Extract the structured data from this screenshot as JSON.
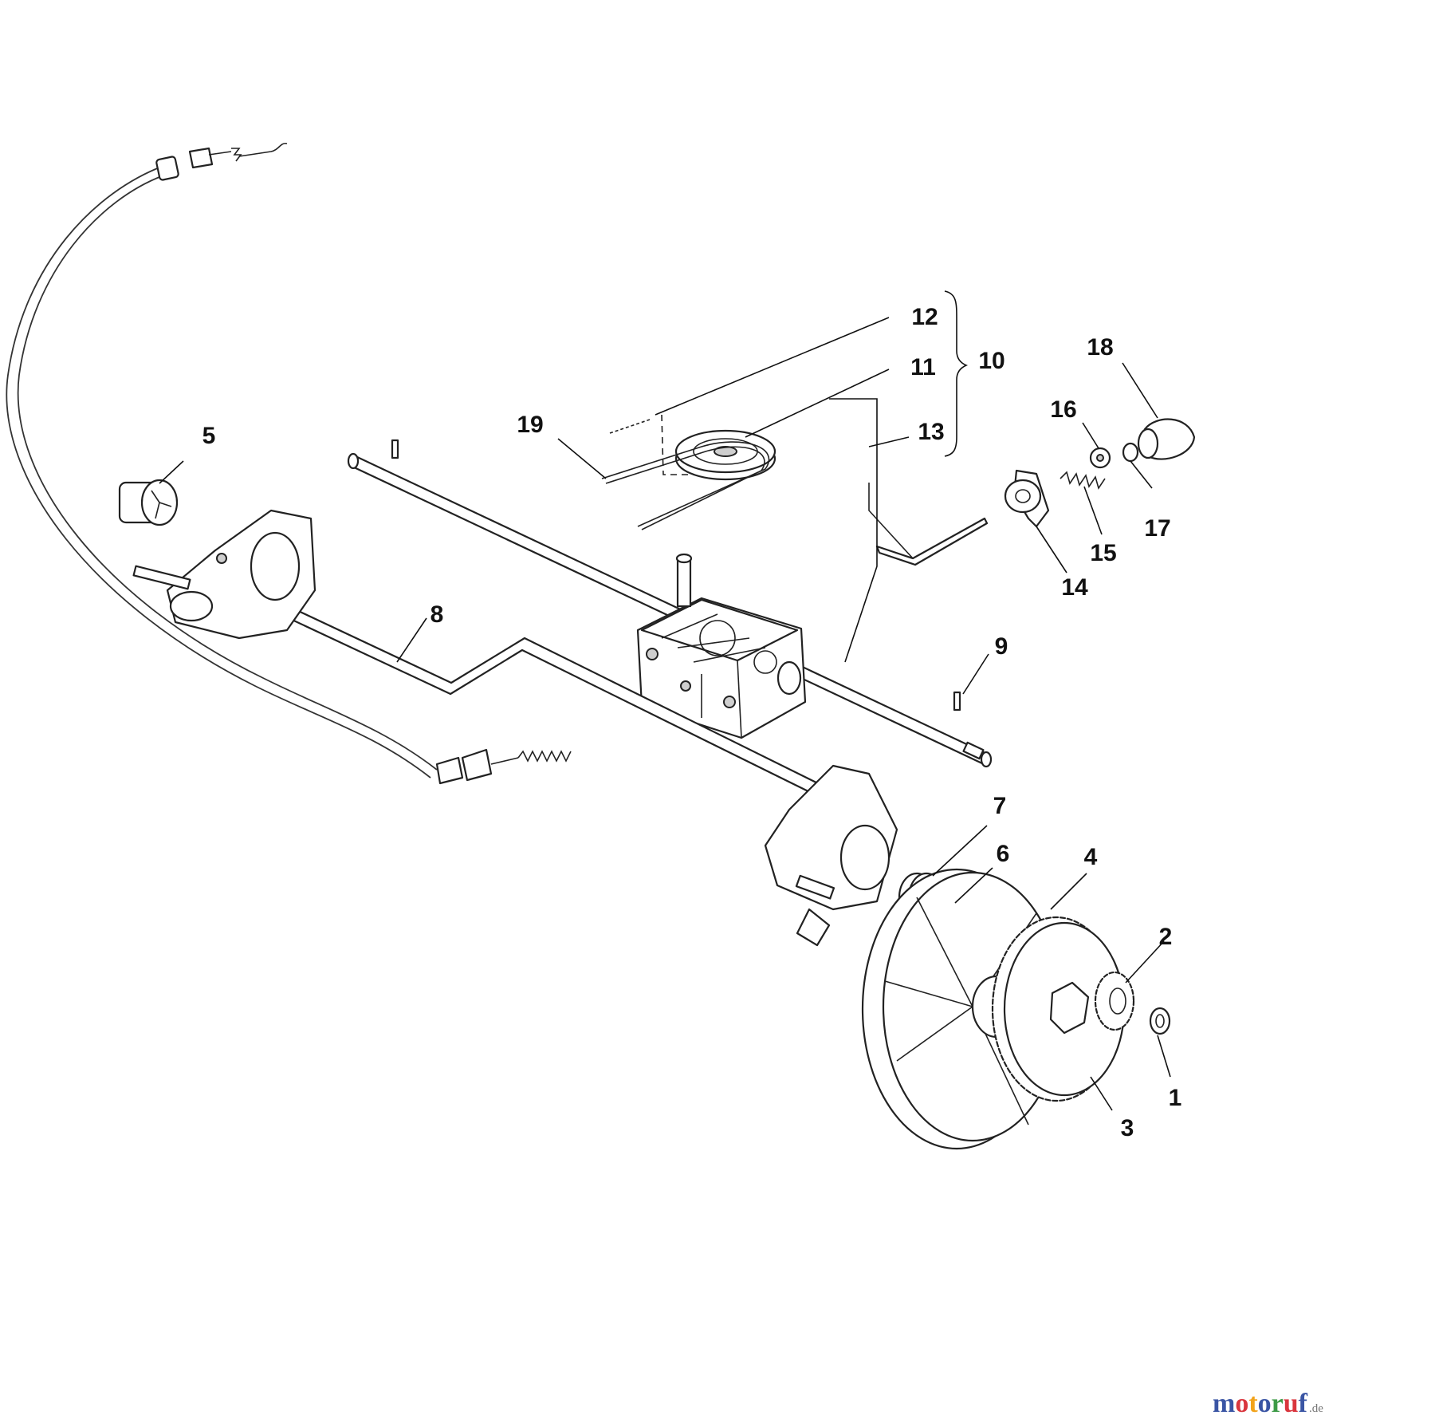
{
  "callouts": {
    "c1": "1",
    "c2": "2",
    "c3": "3",
    "c4": "4",
    "c5": "5",
    "c6": "6",
    "c7": "7",
    "c8": "8",
    "c9": "9",
    "c10": "10",
    "c11": "11",
    "c12": "12",
    "c13": "13",
    "c14": "14",
    "c15": "15",
    "c16": "16",
    "c17": "17",
    "c18": "18",
    "c19": "19"
  },
  "watermark": {
    "text": "motoruf",
    "tld": ".de",
    "colors": [
      "#3a55a4",
      "#d9363e",
      "#f2a31b",
      "#3a55a4",
      "#3c9a46",
      "#d9363e",
      "#3a55a4"
    ]
  }
}
